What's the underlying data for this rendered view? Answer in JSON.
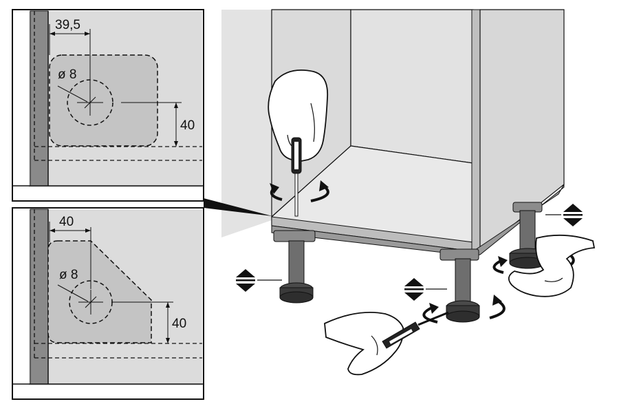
{
  "colors": {
    "background": "#ffffff",
    "panel_bg": "#dcdcdc",
    "plate_fill": "#c4c4c4",
    "wall_strip": "#8a8a8a",
    "cabinet_front": "#e6e6e6",
    "cabinet_side": "#d4d4d4",
    "cabinet_inner": "#dedede",
    "foot": "#6e6e6e",
    "foot_base": "#3a3a3a",
    "line": "#111111",
    "hand_fill": "#ffffff"
  },
  "icons": [
    "screwdriver-icon",
    "hand-icon",
    "rotate-arrow-icon",
    "up-down-arrow-icon",
    "adjustable-foot-icon"
  ],
  "detail_top": {
    "dim_horizontal": "39,5",
    "dim_diameter": "ø 8",
    "dim_vertical": "40"
  },
  "detail_bottom": {
    "dim_horizontal": "40",
    "dim_diameter": "ø 8",
    "dim_vertical": "40"
  }
}
